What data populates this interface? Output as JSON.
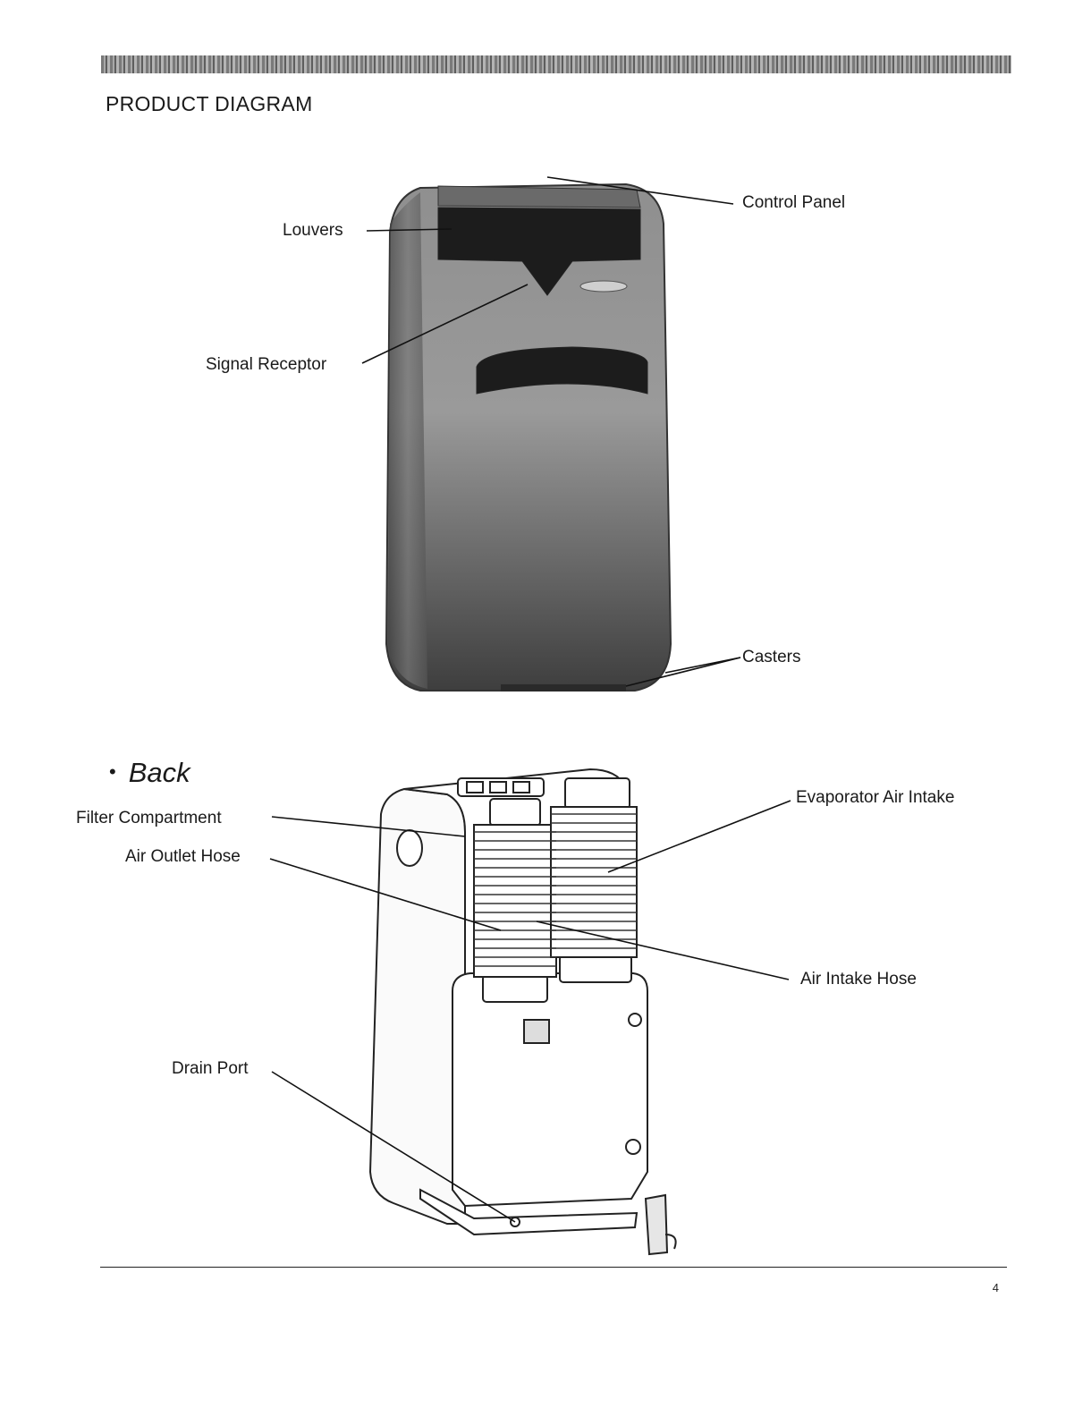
{
  "title": "PRODUCT DIAGRAM",
  "front_labels": {
    "control_panel": "Control Panel",
    "louvers": "Louvers",
    "signal_receptor": "Signal Receptor",
    "casters": "Casters"
  },
  "back_section": {
    "bullet": "•",
    "heading": "Back",
    "labels": {
      "filter_compartment": "Filter Compartment",
      "air_outlet_hose": "Air Outlet Hose",
      "evaporator_air_intake": "Evaporator Air Intake",
      "air_intake_hose": "Air Intake Hose",
      "drain_port": "Drain Port"
    }
  },
  "page_number": "4",
  "colors": {
    "unit_dark": "#4a4a4a",
    "unit_light": "#9a9a9a",
    "line_art": "#222222"
  }
}
